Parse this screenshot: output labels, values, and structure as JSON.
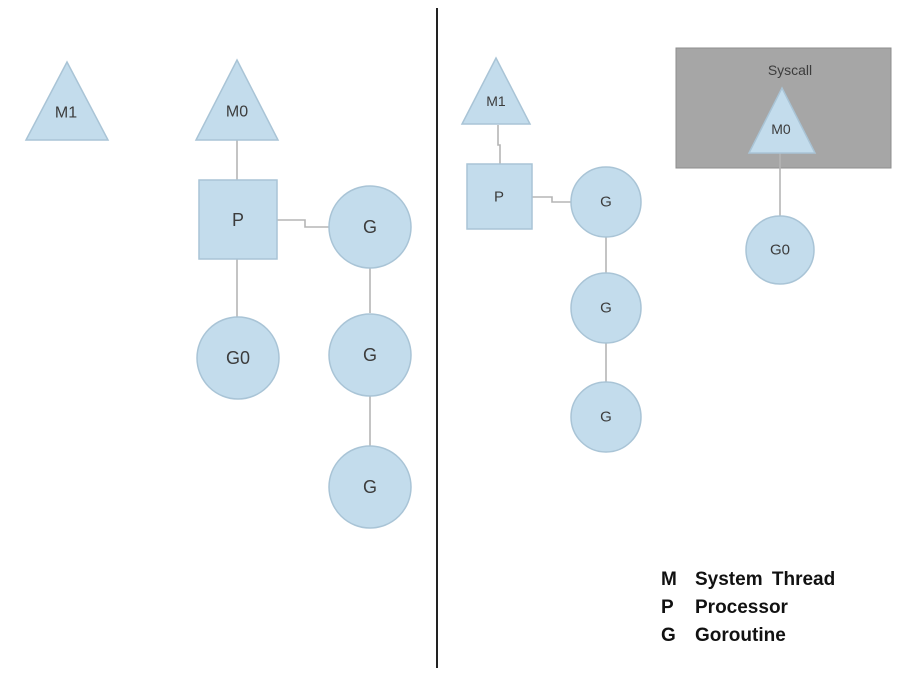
{
  "left_panel": {
    "m1": "M1",
    "m0": "M0",
    "p": "P",
    "g0": "G0",
    "queue": [
      "G",
      "G",
      "G"
    ]
  },
  "right_panel": {
    "m1": "M1",
    "p": "P",
    "queue": [
      "G",
      "G",
      "G"
    ],
    "syscall": {
      "title": "Syscall",
      "m0": "M0",
      "g0": "G0"
    }
  },
  "legend": [
    {
      "key": "M",
      "desc": "System Thread"
    },
    {
      "key": "P",
      "desc": "Processor"
    },
    {
      "key": "G",
      "desc": "Goroutine"
    }
  ],
  "colors": {
    "node_fill": "#c3dcec",
    "node_stroke": "#a9c4d6",
    "edge": "#b5b5b5",
    "syscall_box": "#a6a6a6",
    "divider": "#222222"
  }
}
